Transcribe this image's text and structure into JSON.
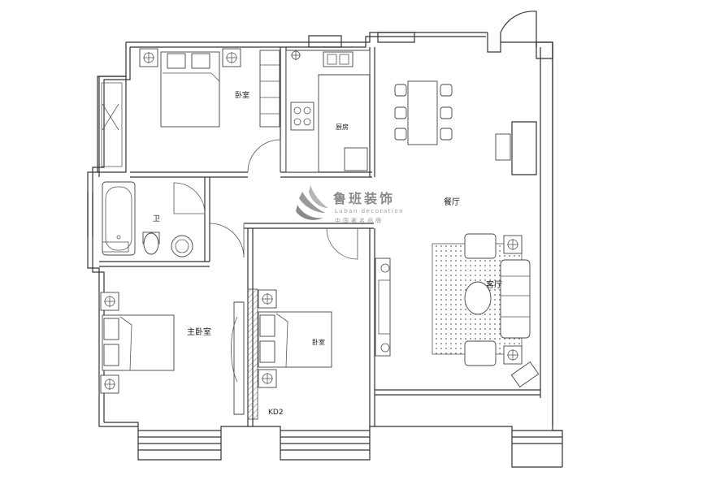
{
  "rooms": {
    "bedroom_top": "卧室",
    "kitchen": "厨房",
    "dining": "餐厅",
    "bathroom": "卫",
    "master_bedroom": "主卧室",
    "bedroom_small": "卧室",
    "living": "客厅"
  },
  "tags": {
    "door_code": "KD2"
  },
  "watermark": {
    "brand": "鲁班装饰",
    "sub": "Luban decoration",
    "slogan": "中国著名品牌",
    "logo_icon": "leaf-swirl-logo",
    "color": "#9a9a9a"
  },
  "colors": {
    "lines": "#333333",
    "background": "#ffffff"
  }
}
